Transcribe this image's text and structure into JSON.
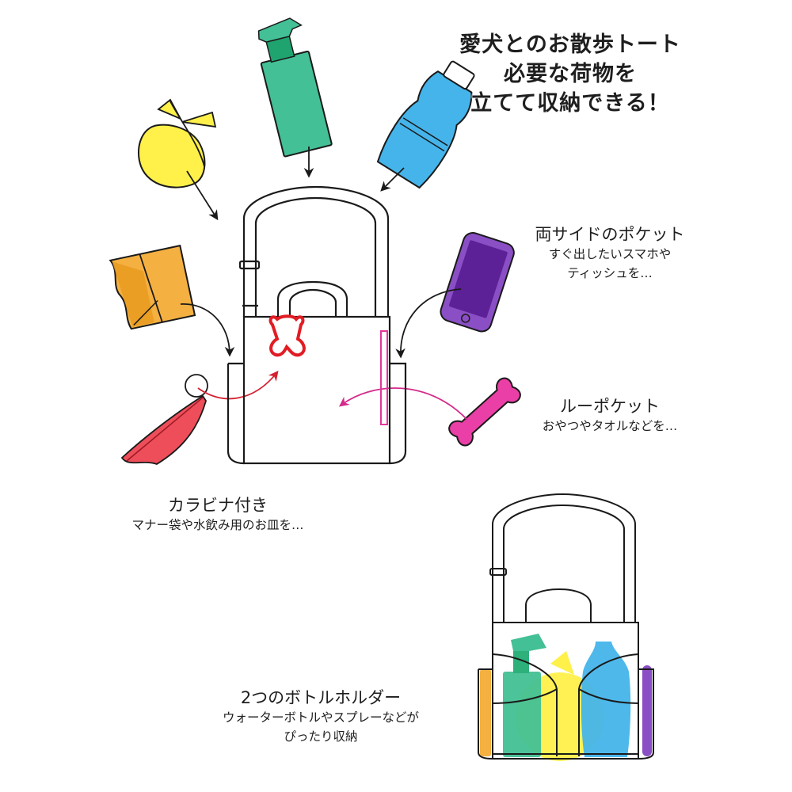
{
  "headline": {
    "lines": [
      "愛犬とのお散歩トート",
      "必要な荷物を",
      "立てて収納できる！"
    ]
  },
  "features": {
    "side_pockets": {
      "title": "両サイドのポケット",
      "desc_lines": [
        "すぐ出したいスマホや",
        "ティッシュを…"
      ]
    },
    "loop_pocket": {
      "title": "ルーポケット",
      "desc_lines": [
        "おやつやタオルなどを…"
      ]
    },
    "carabiner": {
      "title": "カラビナ付き",
      "desc_lines": [
        "マナー袋や水飲み用のお皿を…"
      ]
    },
    "bottle_holders": {
      "title": "2つのボトルホルダー",
      "desc_lines": [
        "ウォーターボトルやスプレーなどが",
        "ぴったり収納"
      ]
    }
  },
  "illustration_items": [
    {
      "name": "manner-bag",
      "color": "#fff04a"
    },
    {
      "name": "spray-bottle",
      "color": "#43c095"
    },
    {
      "name": "water-bottle",
      "color": "#45b4ea"
    },
    {
      "name": "tissue-pack",
      "color": "#f4b041"
    },
    {
      "name": "smartphone",
      "color": "#6b2fa8"
    },
    {
      "name": "dog-bone-treat",
      "color": "#ea3fa6"
    },
    {
      "name": "folding-water-dish",
      "color": "#ee4e5a"
    },
    {
      "name": "bone-carabiner",
      "color": "#e21c24"
    }
  ],
  "colors": {
    "outline": "#1a1a1a",
    "carabiner_arrow": "#d42030",
    "loop_arrow": "#d42a8c"
  }
}
